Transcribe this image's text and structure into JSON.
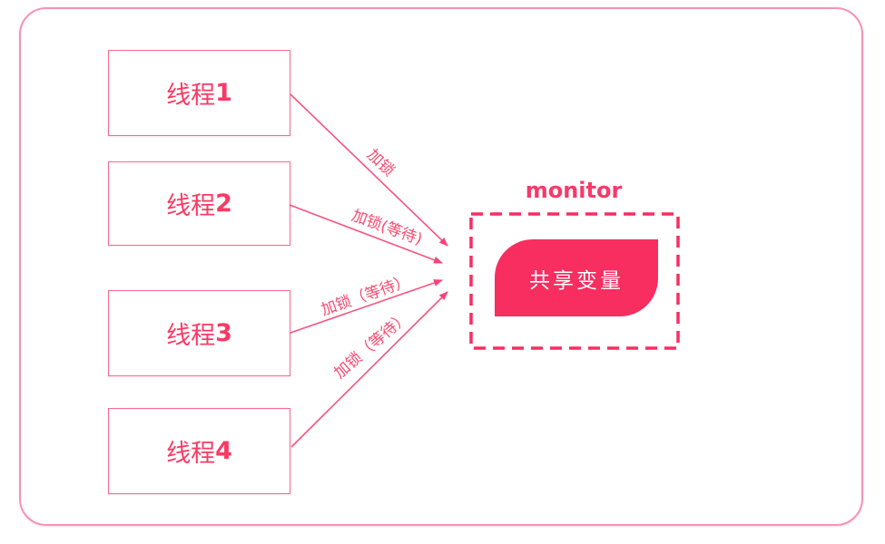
{
  "diagram": {
    "threads": [
      {
        "prefix": "线程",
        "num": "1",
        "lock_label": "加锁"
      },
      {
        "prefix": "线程",
        "num": "2",
        "lock_label": "加锁(等待)"
      },
      {
        "prefix": "线程",
        "num": "3",
        "lock_label": "加锁（等待）"
      },
      {
        "prefix": "线程",
        "num": "4",
        "lock_label": "加锁（等待）"
      }
    ],
    "monitor": {
      "title": "monitor",
      "shared_variable": "共享变量"
    },
    "colors": {
      "accent_fill": "#f82d60",
      "arrow_line": "#f8547e",
      "box_border": "#f9698f",
      "frame_border": "#f792b4",
      "text_pink": "#fa3a64",
      "background": "#ffffff",
      "shared_variable_text": "#ffffff"
    }
  }
}
